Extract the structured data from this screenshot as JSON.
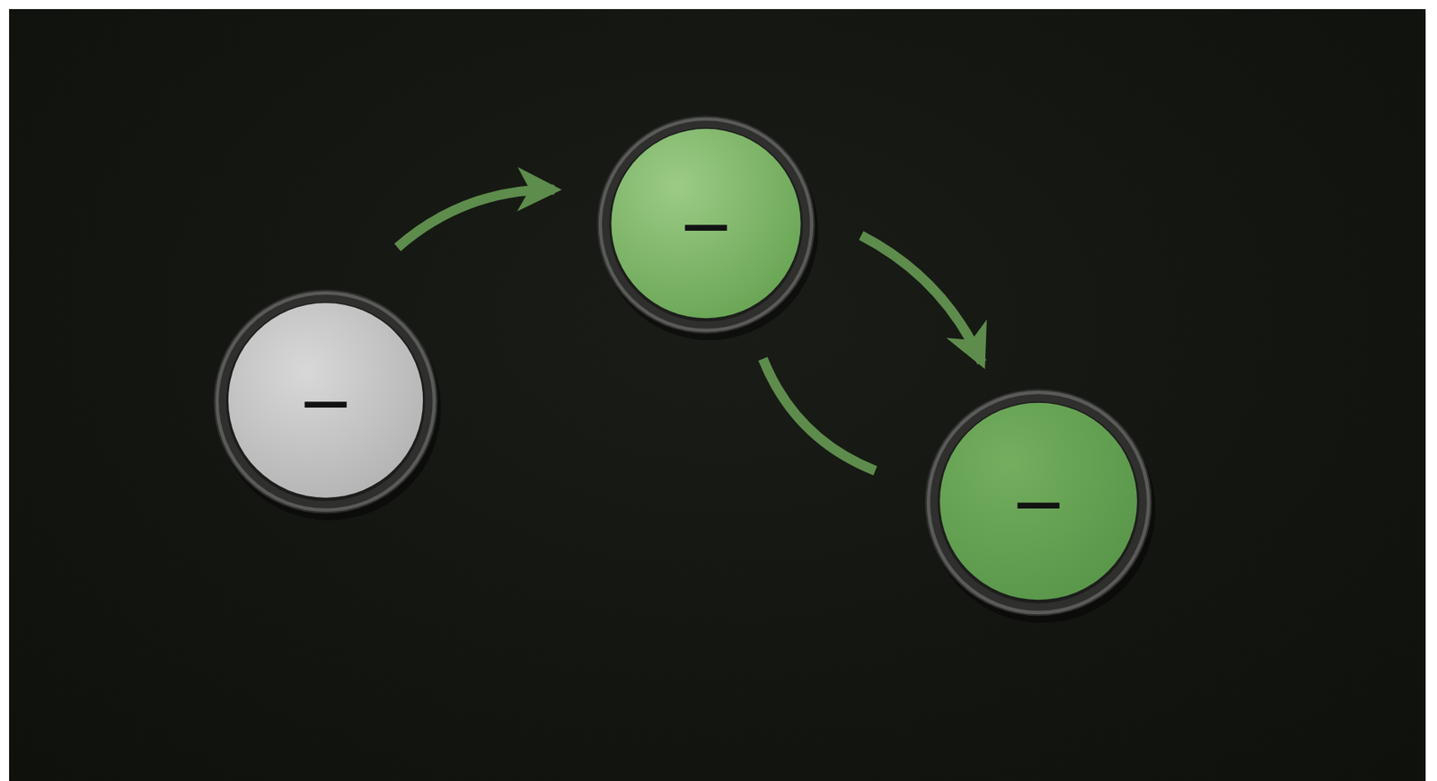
{
  "diagram": {
    "nodes": [
      {
        "text": [
          "—"
        ]
      },
      {
        "text": [
          "—"
        ]
      },
      {
        "text": [
          "—"
        ]
      }
    ],
    "edges": [
      {
        "from": 0,
        "to": 1,
        "arrow": "to"
      },
      {
        "from": 1,
        "to": 2,
        "arrow": "to"
      },
      {
        "from": 1,
        "to": 2,
        "arrow": "none"
      }
    ]
  }
}
